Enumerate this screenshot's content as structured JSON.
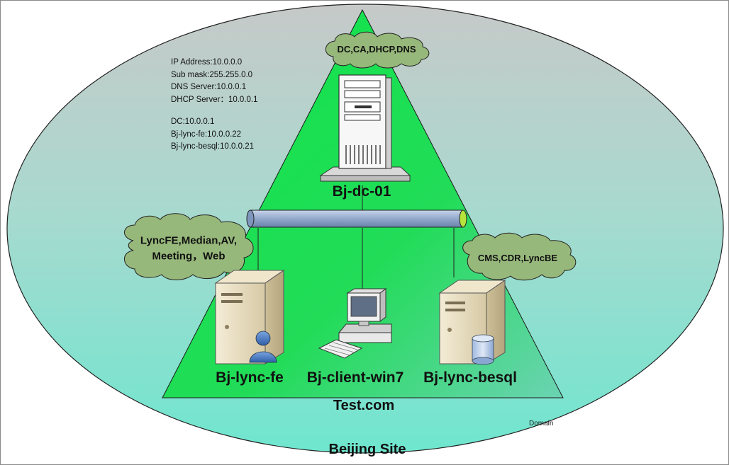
{
  "info_panel": {
    "lines_a": [
      "IP Address:10.0.0.0",
      "Sub mask:255.255.0.0",
      "DNS Server:10.0.0.1",
      "DHCP Server：10.0.0.1"
    ],
    "lines_b": [
      "DC:10.0.0.1",
      "Bj-lync-fe:10.0.0.22",
      "Bj-lync-besql:10.0.0.21"
    ]
  },
  "dc": {
    "role_cloud": "DC,CA,DHCP,DNS",
    "name": "Bj-dc-01"
  },
  "fe": {
    "role_cloud": "LyncFE,Median,AV,\nMeeting，Web",
    "name": "Bj-lync-fe"
  },
  "client": {
    "name": "Bj-client-win7"
  },
  "besql": {
    "role_cloud": "CMS,CDR,LyncBE",
    "name": "Bj-lync-besql"
  },
  "domain_name": "Test.com",
  "domain_caption": "Domain",
  "site_label": "Beijing Site",
  "colors": {
    "ellipse_top": "#bfc7c4",
    "ellipse_bottom": "#74e6cf",
    "triangle": "#14e24e",
    "cloud": "#98b87a",
    "pipe": "#8ea6c9"
  },
  "icons": [
    "tower-server-icon",
    "server-icon",
    "user-icon",
    "database-icon",
    "workstation-icon",
    "keyboard-icon"
  ]
}
